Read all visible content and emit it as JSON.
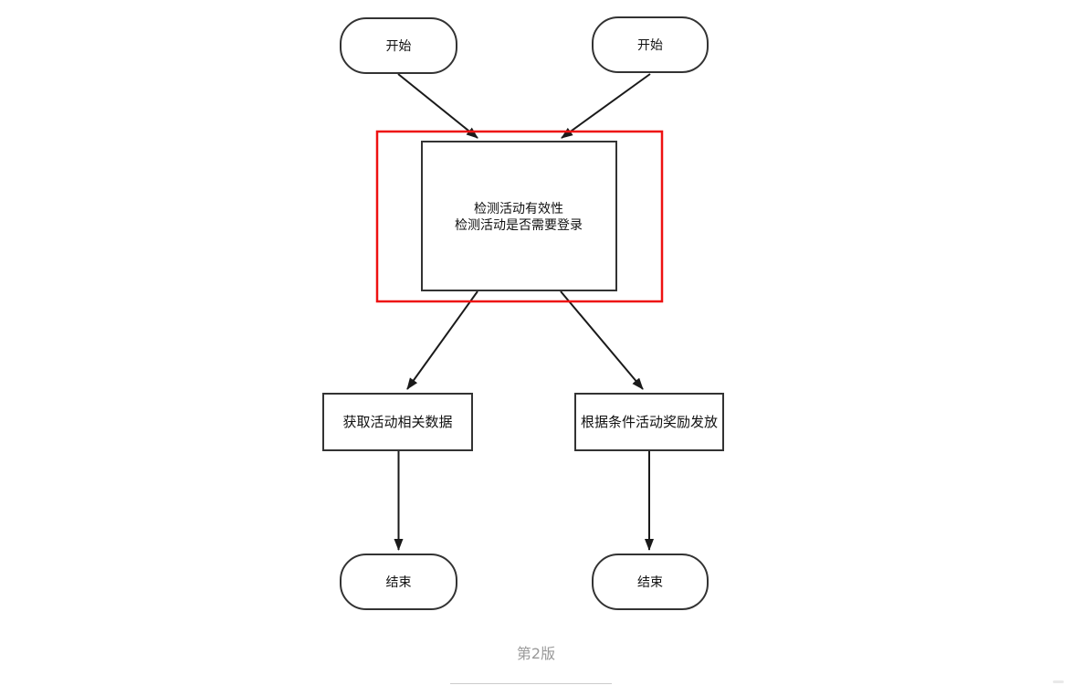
{
  "diagram": {
    "caption": "第2版",
    "nodes": {
      "start_left": {
        "label": "开始",
        "type": "terminator"
      },
      "start_right": {
        "label": "开始",
        "type": "terminator"
      },
      "check": {
        "label_lines": [
          "检测活动有效性",
          "检测活动是否需要登录"
        ],
        "type": "process",
        "highlighted": true
      },
      "fetch_data": {
        "label": "获取活动相关数据",
        "type": "process"
      },
      "reward": {
        "label": "根据条件活动奖励发放",
        "type": "process"
      },
      "end_left": {
        "label": "结束",
        "type": "terminator"
      },
      "end_right": {
        "label": "结束",
        "type": "terminator"
      }
    },
    "edges": [
      {
        "from": "start_left",
        "to": "check"
      },
      {
        "from": "start_right",
        "to": "check"
      },
      {
        "from": "check",
        "to": "fetch_data"
      },
      {
        "from": "check",
        "to": "reward"
      },
      {
        "from": "fetch_data",
        "to": "end_left"
      },
      {
        "from": "reward",
        "to": "end_right"
      }
    ],
    "colors": {
      "node_stroke": "#333333",
      "arrow": "#1a1a1a",
      "highlight_box": "#ee1111",
      "caption_text": "#999999",
      "divider": "#cccccc"
    }
  }
}
